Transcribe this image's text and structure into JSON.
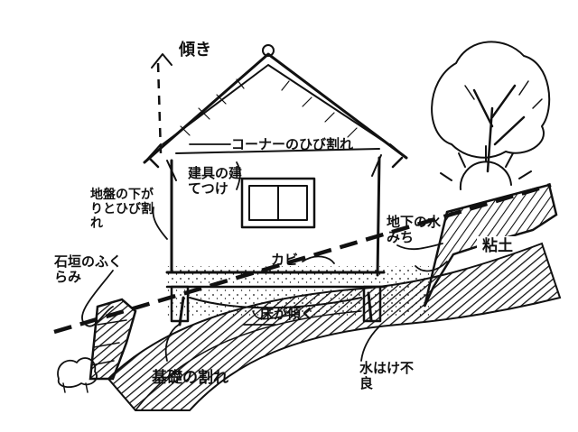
{
  "labels": {
    "tilt": "傾き",
    "corner_crack": "コーナーのひび割れ",
    "fitting_misalign": "建具の建てつけ",
    "ground_subsidence": "地盤の下がりとひび割れ",
    "stone_wall_bulge": "石垣のふくらみ",
    "ground_water_seep": "地下の水みち",
    "clay_soil": "粘土",
    "mold": "カビ",
    "floor_sag": "床が傾く",
    "foundation_crack": "基礎の割れ",
    "drainage_poor": "水はけ不良"
  },
  "colors": {
    "ink": "#111111",
    "paper": "#ffffff"
  }
}
